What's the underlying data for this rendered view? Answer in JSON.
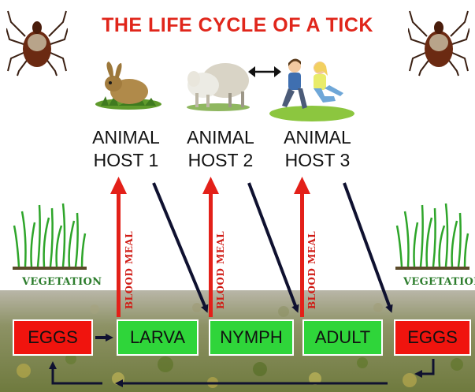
{
  "title": "THE LIFE CYCLE OF A TICK",
  "hosts": [
    {
      "line1": "ANIMAL",
      "line2": "HOST 1",
      "picture": "rabbit"
    },
    {
      "line1": "ANIMAL",
      "line2": "HOST 2",
      "picture": "sheep"
    },
    {
      "line1": "ANIMAL",
      "line2": "HOST 3",
      "picture": "people"
    }
  ],
  "vegetation_label": "VEGETATION",
  "blood_meal_label": "BLOOD MEAL",
  "stages": [
    "EGGS",
    "LARVA",
    "NYMPH",
    "ADULT",
    "EGGS"
  ],
  "colors": {
    "title": "#e0261b",
    "egg_box": "#f0140e",
    "life_stage_box": "#2fd53a",
    "blood_meal_arrow": "#e32019",
    "transition_arrow": "#0f1130",
    "vegetation_text": "#2d7d2d"
  },
  "icons": [
    "tick-icon",
    "rabbit-icon",
    "sheep-icon",
    "people-icon",
    "double-arrow-icon",
    "grass-icon"
  ]
}
